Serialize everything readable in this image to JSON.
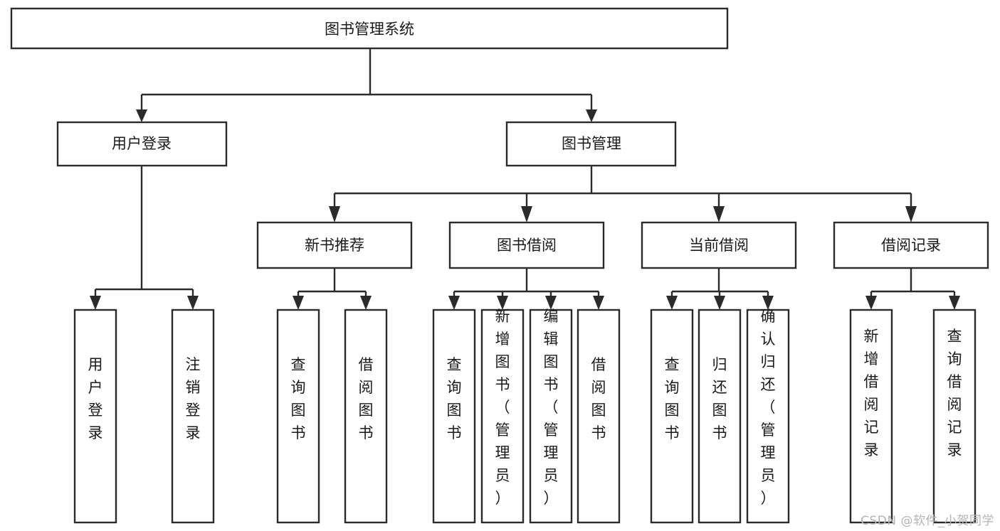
{
  "diagram": {
    "type": "tree",
    "title": "图书管理系统",
    "orientation": "top-down",
    "colors": {
      "box_stroke": "#2b2b2b",
      "box_fill": "#ffffff",
      "connector": "#2b2b2b",
      "text": "#1a1a1a",
      "watermark": "#b4b4b4",
      "background": "#ffffff"
    },
    "root": {
      "id": "root",
      "label": "图书管理系统"
    },
    "level1": [
      {
        "id": "user-login",
        "label": "用户登录"
      },
      {
        "id": "book-manage",
        "label": "图书管理"
      }
    ],
    "level2": [
      {
        "id": "new-book-rec",
        "label": "新书推荐",
        "parent": "book-manage"
      },
      {
        "id": "book-borrow",
        "label": "图书借阅",
        "parent": "book-manage"
      },
      {
        "id": "current-borrow",
        "label": "当前借阅",
        "parent": "book-manage"
      },
      {
        "id": "borrow-record",
        "label": "借阅记录",
        "parent": "book-manage"
      }
    ],
    "leaves": {
      "user-login": [
        {
          "id": "leaf-user-login",
          "label": "用户登录"
        },
        {
          "id": "leaf-user-logout",
          "label": "注销登录"
        }
      ],
      "new-book-rec": [
        {
          "id": "leaf-query-book-1",
          "label": "查询图书"
        },
        {
          "id": "leaf-borrow-book-1",
          "label": "借阅图书"
        }
      ],
      "book-borrow": [
        {
          "id": "leaf-query-book-2",
          "label": "查询图书"
        },
        {
          "id": "leaf-add-book",
          "label": "新增图书（管理员）"
        },
        {
          "id": "leaf-edit-book",
          "label": "编辑图书（管理员）"
        },
        {
          "id": "leaf-borrow-book-2",
          "label": "借阅图书"
        }
      ],
      "current-borrow": [
        {
          "id": "leaf-query-book-3",
          "label": "查询图书"
        },
        {
          "id": "leaf-return-book",
          "label": "归还图书"
        },
        {
          "id": "leaf-confirm-return",
          "label": "确认归还（管理员）"
        }
      ],
      "borrow-record": [
        {
          "id": "leaf-add-record",
          "label": "新增借阅记录"
        },
        {
          "id": "leaf-query-record",
          "label": "查询借阅记录"
        }
      ]
    }
  },
  "watermark": {
    "text": "CSDN @软件_小贺同学"
  }
}
